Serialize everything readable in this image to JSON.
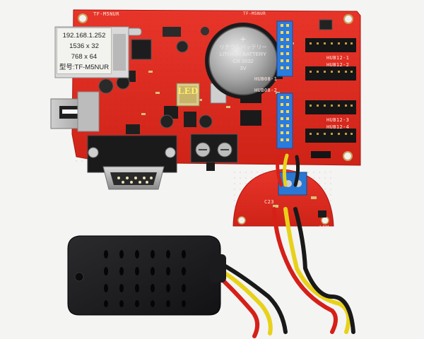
{
  "photo": {
    "sticker_lines": [
      "192.168.1.252",
      "1536 x 32",
      "768 x 64",
      "型号:TF-M5NUR"
    ],
    "board_model_silk": "TF-M5NUR",
    "board_model_silk_2": "TF-M5NUR",
    "battery_lines": [
      "+",
      "リチウムバッテリー",
      "LITHIUM BATTERY",
      "CR 2032",
      "3V"
    ],
    "led_chip_text": "LED",
    "hub_labels": [
      "HUB12-1",
      "HUB12-2",
      "HUB12-3",
      "HUB12-4"
    ],
    "hub08_labels": [
      "HUB08-1",
      "HUB08-2"
    ],
    "sensor_board_labels": [
      "C23",
      "LUX"
    ],
    "colors": {
      "pcb_red": "#e02a1f",
      "sensor_housing": "#1c1c1e",
      "terminal_blue": "#2a78d4",
      "battery_silver": "#c9c9c9"
    }
  }
}
